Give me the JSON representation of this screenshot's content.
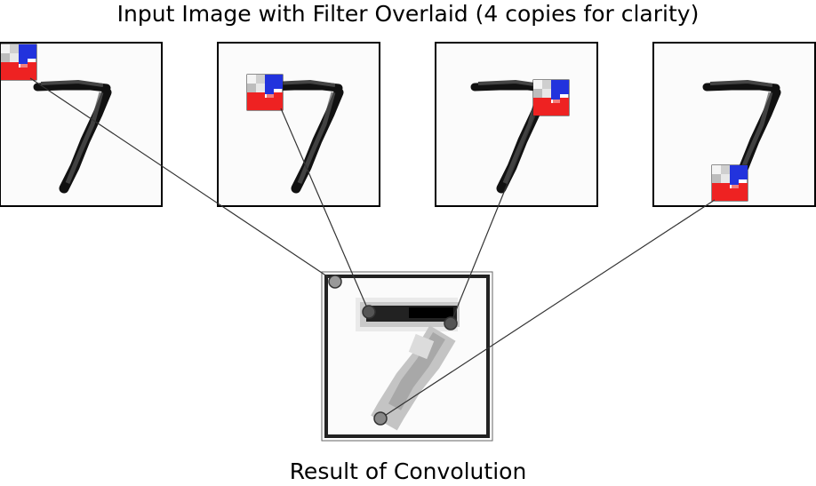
{
  "title": "Input Image with Filter Overlaid (4 copies for clarity)",
  "result_label": "Result of Convolution",
  "colors": {
    "filter_positive": "#ee2222",
    "filter_negative": "#2233dd",
    "ink": "#000000",
    "connector": "#333333",
    "result_marker": "#777777"
  },
  "panels": [
    {
      "name": "input-panel-1",
      "filter_position": "top-left"
    },
    {
      "name": "input-panel-2",
      "filter_position": "top of the 7"
    },
    {
      "name": "input-panel-3",
      "filter_position": "right end of the top stroke"
    },
    {
      "name": "input-panel-4",
      "filter_position": "bottom of the diagonal stroke"
    }
  ]
}
